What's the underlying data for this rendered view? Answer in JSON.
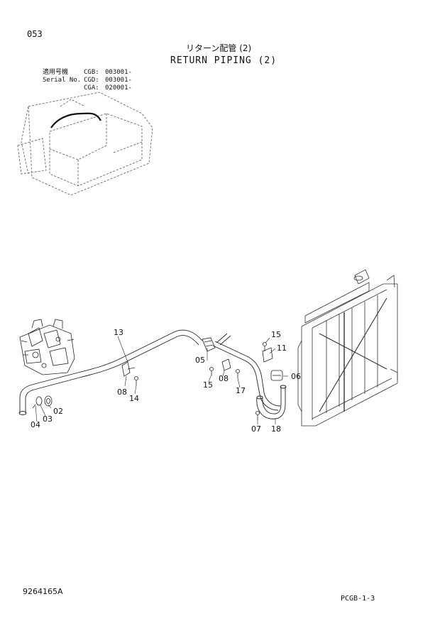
{
  "page_number": "053",
  "title_jp": "リターン配管 (2)",
  "title_en": "RETURN PIPING (2)",
  "serial": {
    "label_jp": "適用号機",
    "label_en": "Serial No.",
    "entries": [
      {
        "model": "CGB:",
        "number": "003001-"
      },
      {
        "model": "CGD:",
        "number": "003001-"
      },
      {
        "model": "CGA:",
        "number": "020001-"
      }
    ]
  },
  "callouts": [
    "13",
    "15",
    "11",
    "05",
    "06",
    "15",
    "08",
    "17",
    "08",
    "14",
    "02",
    "03",
    "04",
    "07",
    "18"
  ],
  "doc_code": "9264165A",
  "page_ref": "PCGB-1-3"
}
